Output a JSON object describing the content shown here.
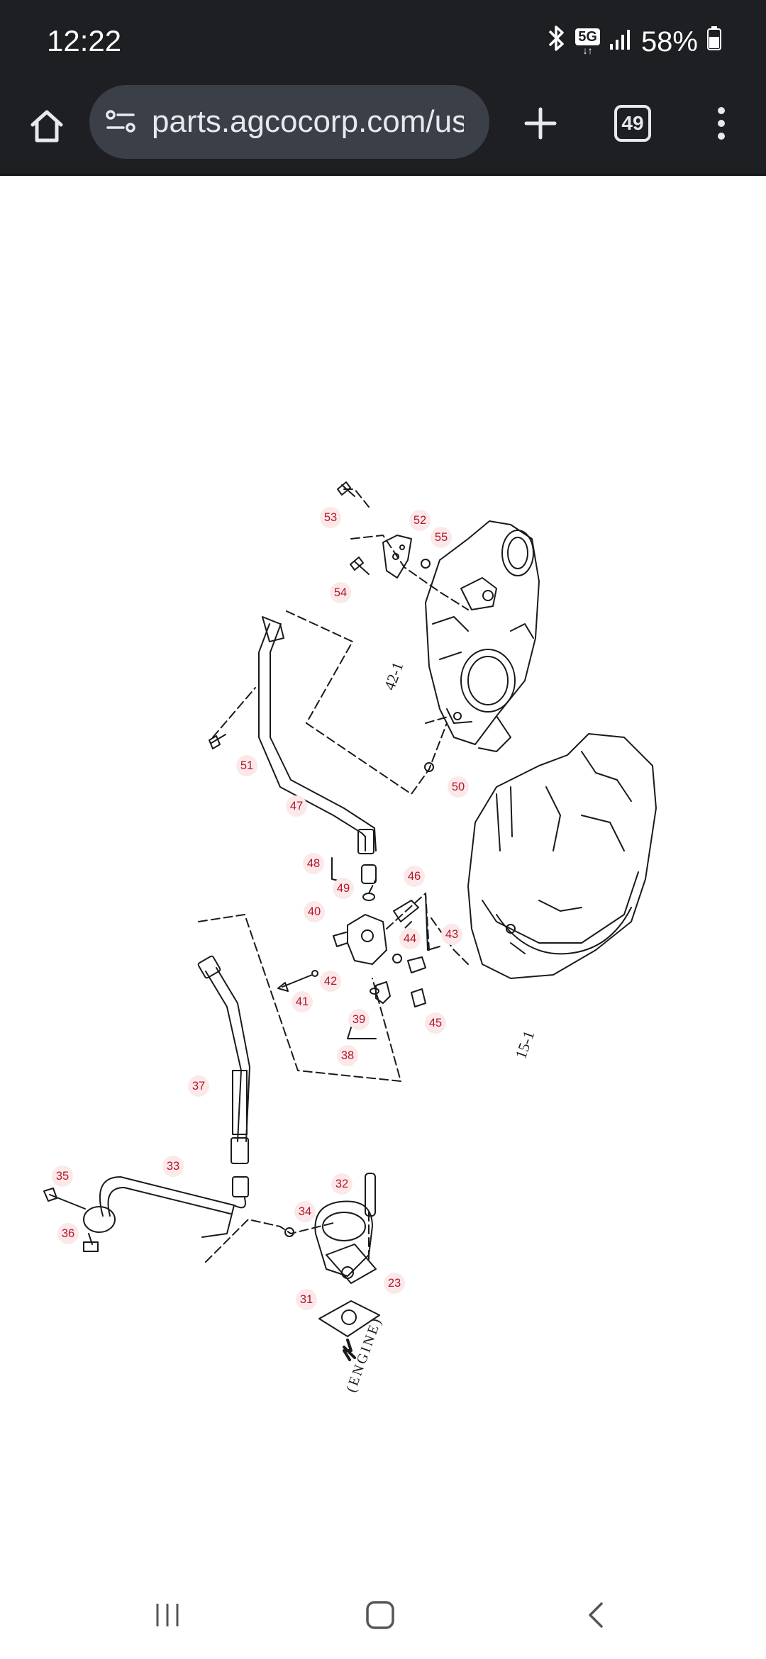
{
  "status_bar": {
    "time": "12:22",
    "network": "5G",
    "battery": "58%",
    "icons": [
      "bluetooth-icon",
      "5g-icon",
      "signal-icon",
      "battery-icon"
    ]
  },
  "browser": {
    "url": "parts.agcocorp.com/us",
    "tab_count": "49",
    "icons": [
      "home-icon",
      "site-info-icon",
      "new-tab-icon",
      "overflow-menu-icon"
    ]
  },
  "diagram": {
    "callouts": [
      "53",
      "52",
      "55",
      "54",
      "51",
      "47",
      "50",
      "48",
      "49",
      "46",
      "40",
      "44",
      "43",
      "42",
      "41",
      "39",
      "45",
      "38",
      "37",
      "33",
      "35",
      "36",
      "32",
      "34",
      "23",
      "31"
    ],
    "labels": {
      "ref_42": "42-1",
      "ref_15": "15-1",
      "engine": "(ENGINE)"
    }
  },
  "nav_bar": {
    "icons": [
      "recent-apps-icon",
      "home-nav-icon",
      "back-icon"
    ]
  }
}
